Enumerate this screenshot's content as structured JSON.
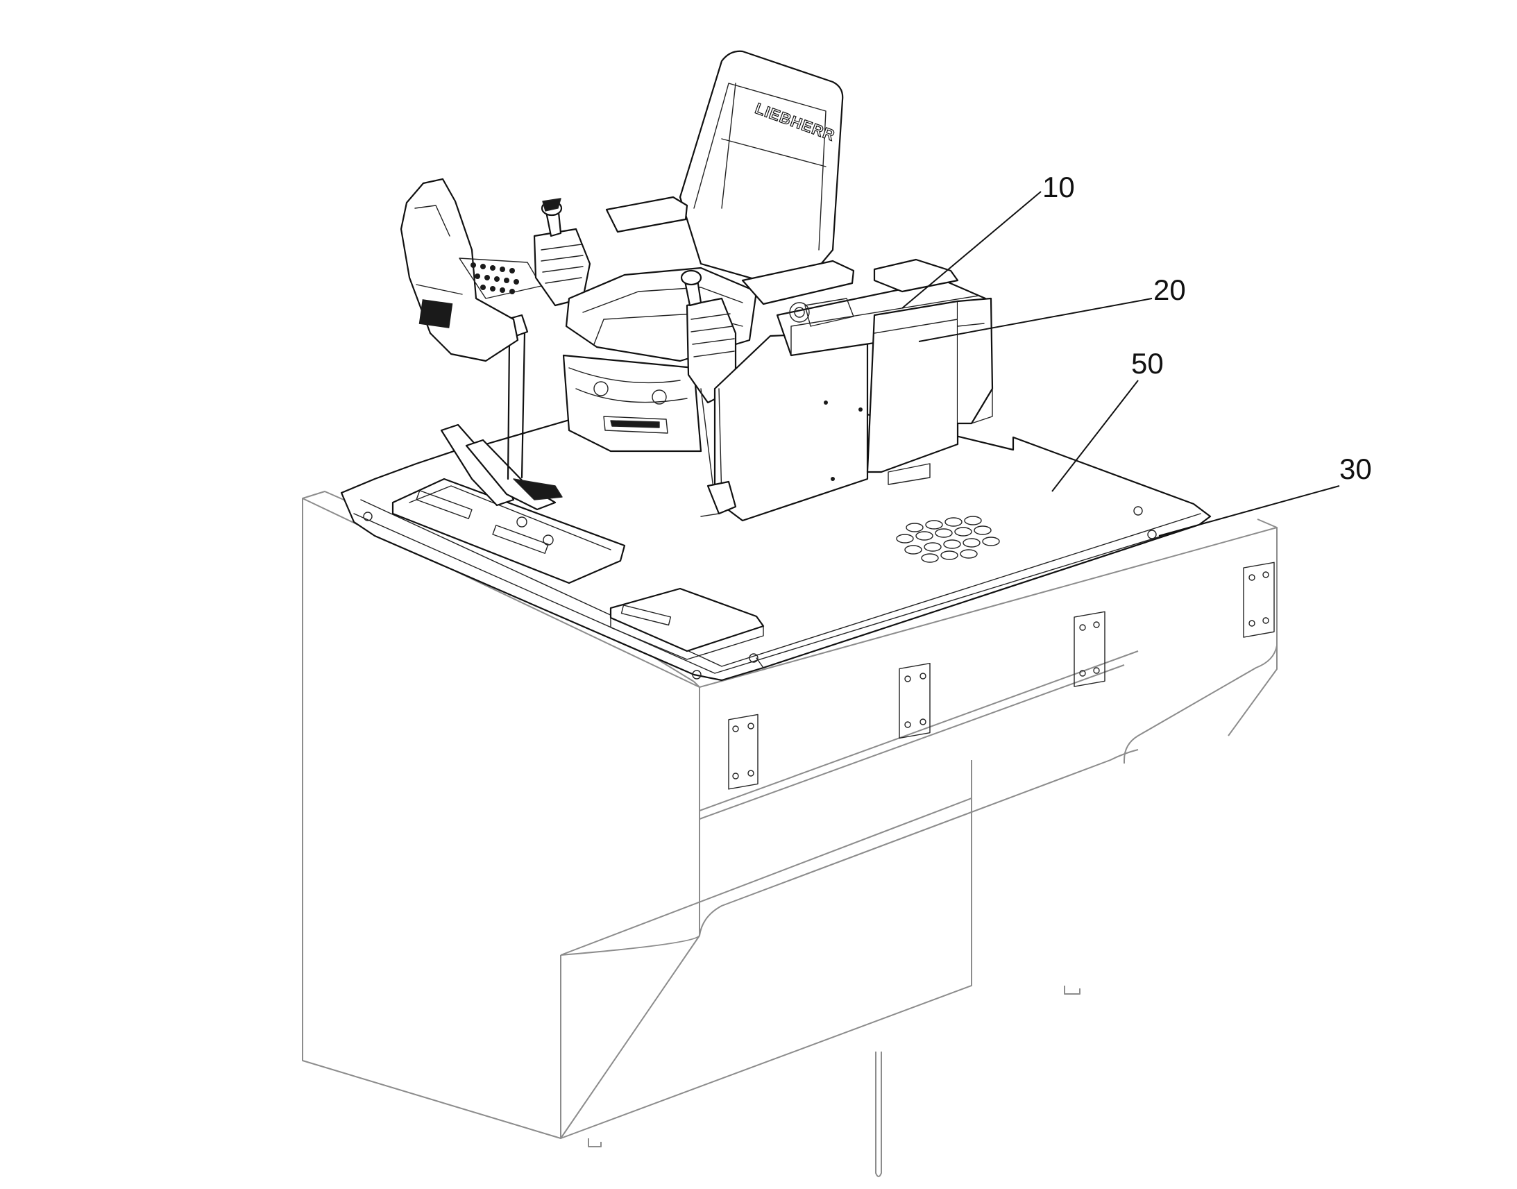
{
  "figure": {
    "brand_mark": "LIEBHERR",
    "reference_labels": [
      {
        "id": "ref-10",
        "text": "10"
      },
      {
        "id": "ref-20",
        "text": "20"
      },
      {
        "id": "ref-50",
        "text": "50"
      },
      {
        "id": "ref-30",
        "text": "30"
      }
    ]
  }
}
